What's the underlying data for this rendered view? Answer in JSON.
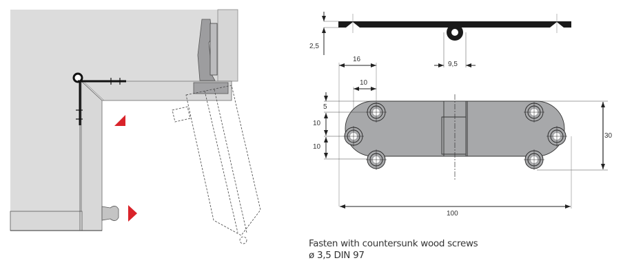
{
  "diagram": {
    "left_view": {
      "name": "installation-view",
      "accent_color": "#d9232a",
      "panel_color": "#dcdcdc"
    },
    "section_view": {
      "dimensions": {
        "thickness": "2,5",
        "knuckle_diameter": "9,5",
        "hole_offset_outer": "16",
        "hole_offset_inner": "10"
      }
    },
    "plan_view": {
      "fill_color": "#a7a8aa",
      "dimensions": {
        "edge_to_hole": "5",
        "hole_spacing_upper": "10",
        "hole_spacing_lower": "10",
        "height": "30",
        "length": "100"
      }
    },
    "caption": {
      "line1": "Fasten with countersunk wood screws",
      "line2": "ø 3,5 DIN 97"
    }
  }
}
